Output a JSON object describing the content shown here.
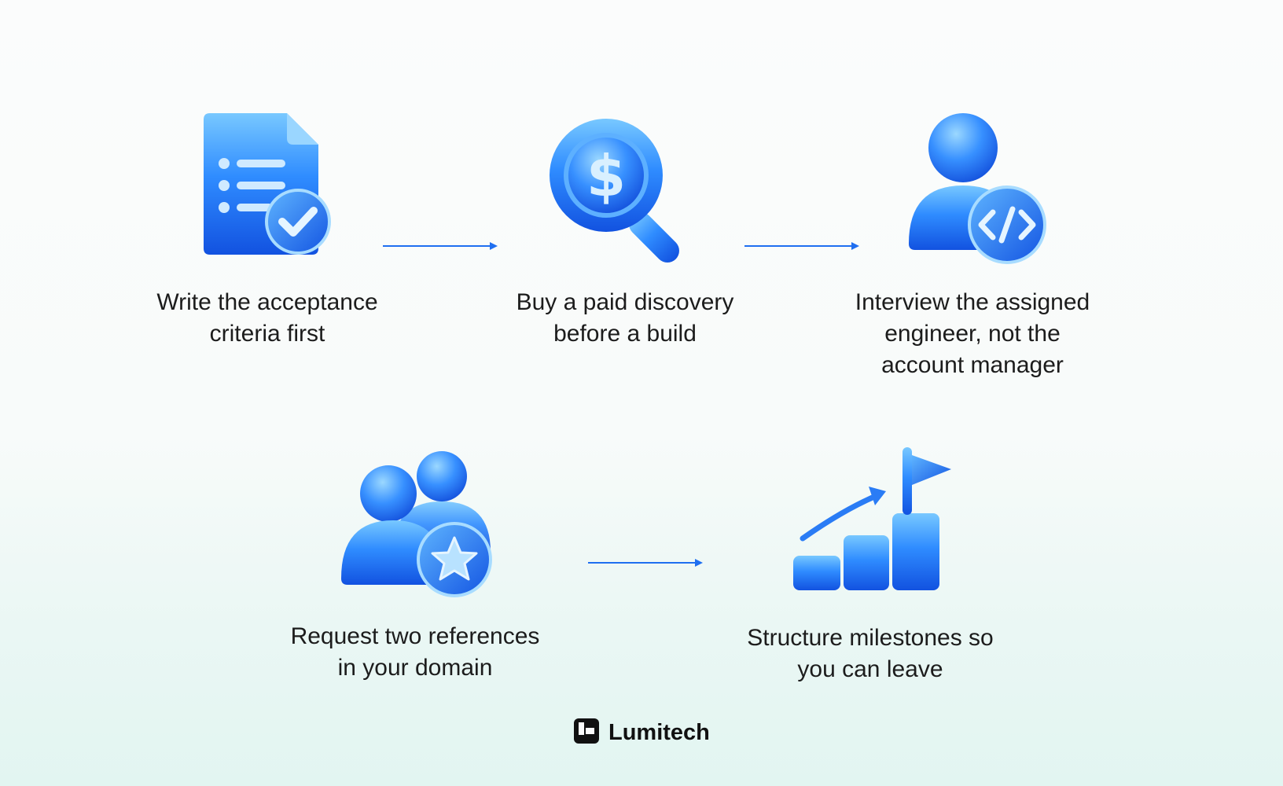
{
  "steps": [
    {
      "id": "acceptance",
      "icon": "document-check-icon",
      "label": "Write the acceptance\ncriteria first"
    },
    {
      "id": "discovery",
      "icon": "magnifier-dollar-icon",
      "label": "Buy a paid discovery\nbefore a build"
    },
    {
      "id": "interview",
      "icon": "engineer-code-icon",
      "label": "Interview the assigned\nengineer, not the\naccount manager"
    },
    {
      "id": "references",
      "icon": "people-star-icon",
      "label": "Request two references\nin your domain"
    },
    {
      "id": "milestones",
      "icon": "growth-flag-icon",
      "label": "Structure milestones so\nyou can leave"
    }
  ],
  "brand": {
    "name": "Lumitech",
    "icon": "lumitech-logo-icon"
  },
  "colors": {
    "accent": "#1f6ff0",
    "icon_light": "#6cc1ff",
    "icon_dark": "#1457e6",
    "text": "#1c1c1c"
  }
}
